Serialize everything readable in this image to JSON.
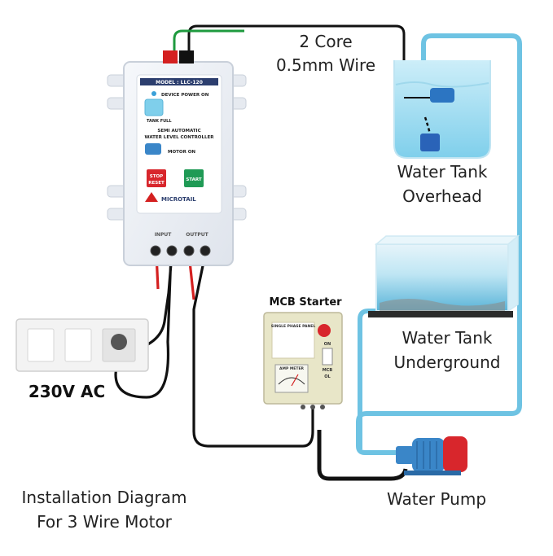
{
  "labels": {
    "wire_line1": "2 Core",
    "wire_line2": "0.5mm Wire",
    "overhead_line1": "Water Tank",
    "overhead_line2": "Overhead",
    "underground_line1": "Water Tank",
    "underground_line2": "Underground",
    "mcb_title": "MCB Starter",
    "ac_label": "230V AC",
    "pump_label": "Water Pump",
    "caption_line1": "Installation Diagram",
    "caption_line2": "For 3 Wire Motor"
  },
  "controller": {
    "model": "MODEL : LLC-120",
    "device_power": "DEVICE POWER ON",
    "tank_full": "TANK FULL",
    "title_line1": "SEMI AUTOMATIC",
    "title_line2": "WATER LEVEL CONTROLLER",
    "motor_on": "MOTOR ON",
    "stop_line1": "STOP",
    "stop_line2": "RESET",
    "start": "START",
    "brand": "MICROTAIL",
    "input": "INPUT",
    "output": "OUTPUT"
  },
  "mcb": {
    "panel_title": "SINGLE PHASE PANEL",
    "amp_meter": "AMP METER",
    "on": "ON",
    "mcb": "MCB",
    "ol": "OL"
  },
  "colors": {
    "pipe": "#6ec3e3",
    "wire_black": "#111111",
    "wire_red": "#d42020",
    "wire_green": "#1e9a3e",
    "controller_body": "#eef1f6",
    "mcb_body": "#e8e6c8",
    "pump_body": "#3a86c8",
    "stop_button": "#d8262c",
    "start_button": "#1f9a55"
  }
}
